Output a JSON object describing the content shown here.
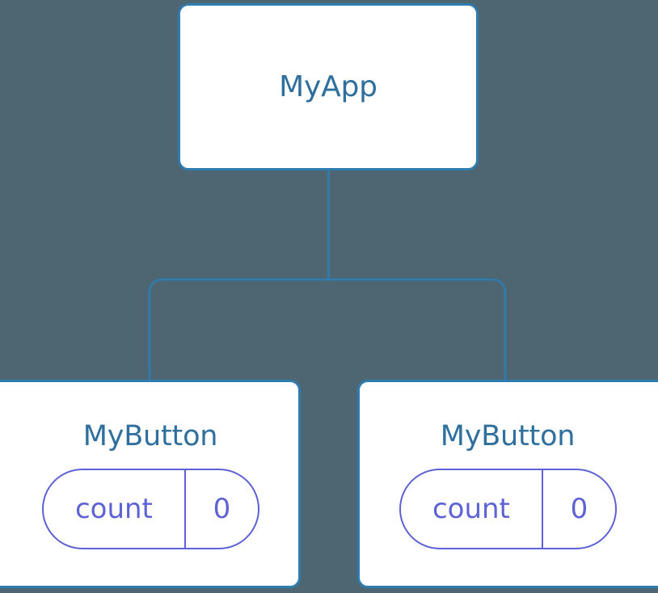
{
  "diagram": {
    "type": "component-tree",
    "background_color": "#4d6671",
    "node_fill_color": "#ffffff",
    "node_border_color": "#2e7cb0",
    "node_title_color": "#2e6f9e",
    "state_pill_color": "#5d62d4",
    "connector_color": "#2e7cb0",
    "root": {
      "title": "MyApp"
    },
    "children": [
      {
        "title": "MyButton",
        "state": {
          "key": "count",
          "value": "0"
        }
      },
      {
        "title": "MyButton",
        "state": {
          "key": "count",
          "value": "0"
        }
      }
    ]
  }
}
